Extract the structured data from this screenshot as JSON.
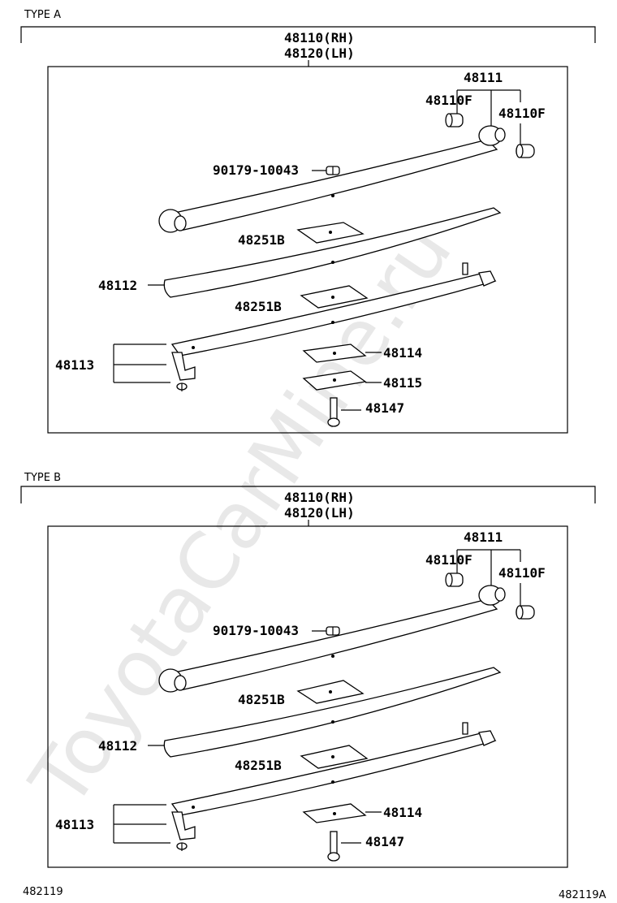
{
  "watermark": "ToyotaCarMine.ru",
  "footer": {
    "left": "482119",
    "right": "482119A"
  },
  "diagrams": [
    {
      "type_label": "TYPE A",
      "assembly_rh": "48110(RH)",
      "assembly_lh": "48120(LH)",
      "labels": {
        "p48111": "48111",
        "p48110f_left": "48110F",
        "p48110f_right": "48110F",
        "p90179": "90179-10043",
        "p48251b_1": "48251B",
        "p48112": "48112",
        "p48251b_2": "48251B",
        "p48113": "48113",
        "p48114": "48114",
        "p48115": "48115",
        "p48147": "48147"
      }
    },
    {
      "type_label": "TYPE B",
      "assembly_rh": "48110(RH)",
      "assembly_lh": "48120(LH)",
      "labels": {
        "p48111": "48111",
        "p48110f_left": "48110F",
        "p48110f_right": "48110F",
        "p90179": "90179-10043",
        "p48251b_1": "48251B",
        "p48112": "48112",
        "p48251b_2": "48251B",
        "p48113": "48113",
        "p48114": "48114",
        "p48147": "48147"
      }
    }
  ]
}
